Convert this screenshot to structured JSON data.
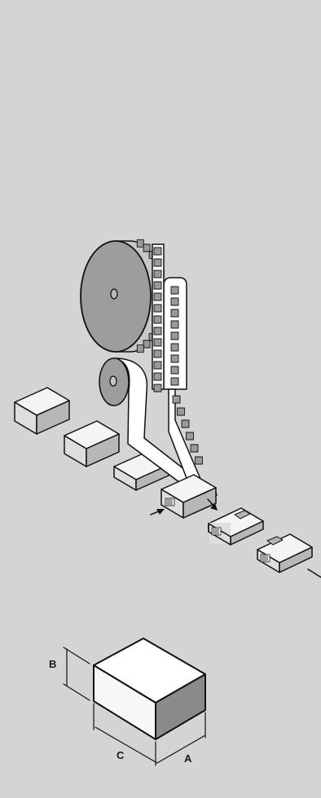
{
  "colors": {
    "background": "#d4d4d4",
    "box_top": "#f4f4f4",
    "box_front": "#dedede",
    "box_side": "#b7b7b7",
    "dark_side": "#8a8a8a",
    "reel_face": "#9d9d9d",
    "label_cell": "#9a9a9a",
    "stroke": "#111111"
  },
  "dimension_labels": {
    "height": "B",
    "length": "C",
    "width": "A"
  },
  "icons": [
    "label-reel-icon",
    "backing-paper-roll-icon",
    "label-web-icon",
    "application-arrow-icon",
    "barcode-icon"
  ]
}
